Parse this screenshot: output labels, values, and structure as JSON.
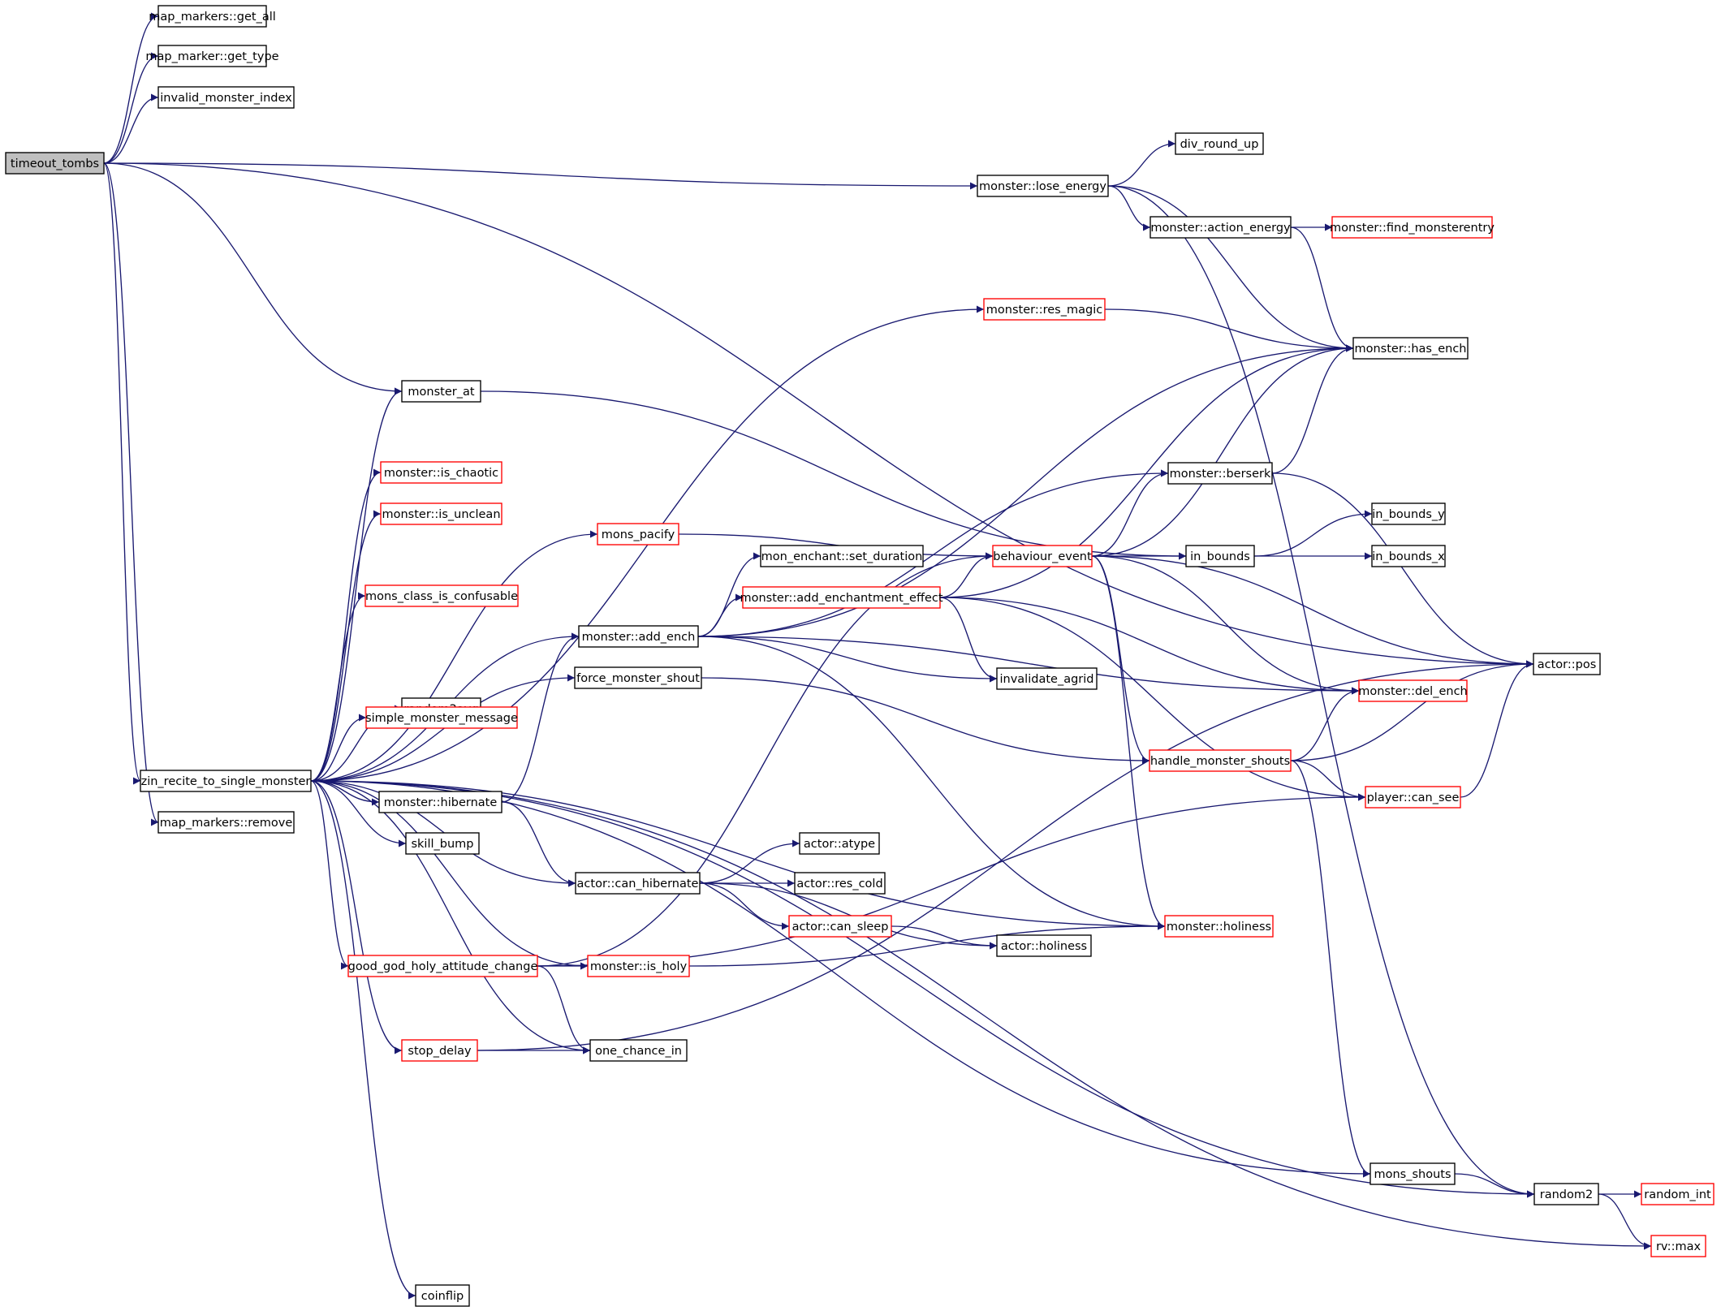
{
  "graph": {
    "type": "call-graph",
    "edge_color": "#191970",
    "nodes": [
      {
        "id": "timeout_tombs",
        "label": "timeout_tombs",
        "style": "root"
      },
      {
        "id": "map_markers_get_all",
        "label": "map_markers::get_all",
        "style": "normal"
      },
      {
        "id": "map_marker_get_type",
        "label": "map_marker::get_type",
        "style": "normal"
      },
      {
        "id": "invalid_monster_index",
        "label": "invalid_monster_index",
        "style": "normal"
      },
      {
        "id": "zin_recite",
        "label": "zin_recite_to_single_monster",
        "style": "normal"
      },
      {
        "id": "map_markers_remove",
        "label": "map_markers::remove",
        "style": "normal"
      },
      {
        "id": "monster_at",
        "label": "monster_at",
        "style": "normal"
      },
      {
        "id": "is_chaotic",
        "label": "monster::is_chaotic",
        "style": "red"
      },
      {
        "id": "is_unclean",
        "label": "monster::is_unclean",
        "style": "red"
      },
      {
        "id": "mons_class_is_confusable",
        "label": "mons_class_is_confusable",
        "style": "red"
      },
      {
        "id": "random2avg",
        "label": "random2avg",
        "style": "normal"
      },
      {
        "id": "simple_monster_message",
        "label": "simple_monster_message",
        "style": "red"
      },
      {
        "id": "hibernate",
        "label": "monster::hibernate",
        "style": "normal"
      },
      {
        "id": "skill_bump",
        "label": "skill_bump",
        "style": "normal"
      },
      {
        "id": "good_god",
        "label": "good_god_holy_attitude_change",
        "style": "red"
      },
      {
        "id": "stop_delay",
        "label": "stop_delay",
        "style": "red"
      },
      {
        "id": "coinflip",
        "label": "coinflip",
        "style": "normal"
      },
      {
        "id": "mons_pacify",
        "label": "mons_pacify",
        "style": "red"
      },
      {
        "id": "add_ench",
        "label": "monster::add_ench",
        "style": "normal"
      },
      {
        "id": "force_monster_shout",
        "label": "force_monster_shout",
        "style": "normal"
      },
      {
        "id": "can_hibernate",
        "label": "actor::can_hibernate",
        "style": "normal"
      },
      {
        "id": "is_holy",
        "label": "monster::is_holy",
        "style": "red"
      },
      {
        "id": "one_chance_in",
        "label": "one_chance_in",
        "style": "normal"
      },
      {
        "id": "set_duration",
        "label": "mon_enchant::set_duration",
        "style": "normal"
      },
      {
        "id": "add_enchantment_effect",
        "label": "monster::add_enchantment_effect",
        "style": "red"
      },
      {
        "id": "atype",
        "label": "actor::atype",
        "style": "normal"
      },
      {
        "id": "res_cold",
        "label": "actor::res_cold",
        "style": "normal"
      },
      {
        "id": "can_sleep",
        "label": "actor::can_sleep",
        "style": "red"
      },
      {
        "id": "actor_holiness",
        "label": "actor::holiness",
        "style": "normal"
      },
      {
        "id": "res_magic",
        "label": "monster::res_magic",
        "style": "red"
      },
      {
        "id": "behaviour_event",
        "label": "behaviour_event",
        "style": "red"
      },
      {
        "id": "invalidate_agrid",
        "label": "invalidate_agrid",
        "style": "normal"
      },
      {
        "id": "monster_holiness",
        "label": "monster::holiness",
        "style": "red"
      },
      {
        "id": "lose_energy",
        "label": "monster::lose_energy",
        "style": "normal"
      },
      {
        "id": "div_round_up",
        "label": "div_round_up",
        "style": "normal"
      },
      {
        "id": "action_energy",
        "label": "monster::action_energy",
        "style": "normal"
      },
      {
        "id": "berserk",
        "label": "monster::berserk",
        "style": "normal"
      },
      {
        "id": "in_bounds",
        "label": "in_bounds",
        "style": "normal"
      },
      {
        "id": "handle_monster_shouts",
        "label": "handle_monster_shouts",
        "style": "red"
      },
      {
        "id": "mons_shouts",
        "label": "mons_shouts",
        "style": "normal"
      },
      {
        "id": "find_monsterentry",
        "label": "monster::find_monsterentry",
        "style": "red"
      },
      {
        "id": "has_ench",
        "label": "monster::has_ench",
        "style": "normal"
      },
      {
        "id": "in_bounds_y",
        "label": "in_bounds_y",
        "style": "normal"
      },
      {
        "id": "in_bounds_x",
        "label": "in_bounds_x",
        "style": "normal"
      },
      {
        "id": "del_ench",
        "label": "monster::del_ench",
        "style": "red"
      },
      {
        "id": "can_see",
        "label": "player::can_see",
        "style": "red"
      },
      {
        "id": "actor_pos",
        "label": "actor::pos",
        "style": "normal"
      },
      {
        "id": "random2",
        "label": "random2",
        "style": "normal"
      },
      {
        "id": "random_int",
        "label": "random_int",
        "style": "red"
      },
      {
        "id": "rv_max",
        "label": "rv::max",
        "style": "red"
      }
    ],
    "edges": [
      [
        "timeout_tombs",
        "map_markers_get_all"
      ],
      [
        "timeout_tombs",
        "map_marker_get_type"
      ],
      [
        "timeout_tombs",
        "invalid_monster_index"
      ],
      [
        "timeout_tombs",
        "actor_pos"
      ],
      [
        "timeout_tombs",
        "lose_energy"
      ],
      [
        "timeout_tombs",
        "monster_at"
      ],
      [
        "timeout_tombs",
        "zin_recite"
      ],
      [
        "timeout_tombs",
        "map_markers_remove"
      ],
      [
        "lose_energy",
        "div_round_up"
      ],
      [
        "lose_energy",
        "random2"
      ],
      [
        "lose_energy",
        "action_energy"
      ],
      [
        "lose_energy",
        "has_ench"
      ],
      [
        "action_energy",
        "find_monsterentry"
      ],
      [
        "action_energy",
        "has_ench"
      ],
      [
        "res_magic",
        "has_ench"
      ],
      [
        "monster_at",
        "in_bounds"
      ],
      [
        "zin_recite",
        "res_magic"
      ],
      [
        "zin_recite",
        "monster_at"
      ],
      [
        "zin_recite",
        "is_chaotic"
      ],
      [
        "zin_recite",
        "is_unclean"
      ],
      [
        "zin_recite",
        "mons_pacify"
      ],
      [
        "zin_recite",
        "mons_class_is_confusable"
      ],
      [
        "zin_recite",
        "add_ench"
      ],
      [
        "zin_recite",
        "random2avg"
      ],
      [
        "zin_recite",
        "simple_monster_message"
      ],
      [
        "zin_recite",
        "force_monster_shout"
      ],
      [
        "zin_recite",
        "hibernate"
      ],
      [
        "zin_recite",
        "skill_bump"
      ],
      [
        "zin_recite",
        "can_hibernate"
      ],
      [
        "zin_recite",
        "is_holy"
      ],
      [
        "zin_recite",
        "good_god"
      ],
      [
        "zin_recite",
        "one_chance_in"
      ],
      [
        "zin_recite",
        "stop_delay"
      ],
      [
        "zin_recite",
        "monster_holiness"
      ],
      [
        "zin_recite",
        "mons_shouts"
      ],
      [
        "zin_recite",
        "random2"
      ],
      [
        "zin_recite",
        "rv_max"
      ],
      [
        "zin_recite",
        "coinflip"
      ],
      [
        "mons_pacify",
        "behaviour_event"
      ],
      [
        "add_ench",
        "has_ench"
      ],
      [
        "add_ench",
        "berserk"
      ],
      [
        "add_ench",
        "set_duration"
      ],
      [
        "add_ench",
        "add_enchantment_effect"
      ],
      [
        "add_ench",
        "invalidate_agrid"
      ],
      [
        "add_ench",
        "del_ench"
      ],
      [
        "add_ench",
        "monster_holiness"
      ],
      [
        "add_enchantment_effect",
        "behaviour_event"
      ],
      [
        "add_enchantment_effect",
        "has_ench"
      ],
      [
        "add_enchantment_effect",
        "invalidate_agrid"
      ],
      [
        "add_enchantment_effect",
        "del_ench"
      ],
      [
        "add_enchantment_effect",
        "can_see"
      ],
      [
        "force_monster_shout",
        "handle_monster_shouts"
      ],
      [
        "hibernate",
        "add_ench"
      ],
      [
        "hibernate",
        "can_hibernate"
      ],
      [
        "can_hibernate",
        "atype"
      ],
      [
        "can_hibernate",
        "res_cold"
      ],
      [
        "can_hibernate",
        "can_sleep"
      ],
      [
        "can_hibernate",
        "actor_holiness"
      ],
      [
        "can_sleep",
        "actor_holiness"
      ],
      [
        "good_god",
        "behaviour_event"
      ],
      [
        "good_god",
        "is_holy"
      ],
      [
        "good_god",
        "one_chance_in"
      ],
      [
        "good_god",
        "can_see"
      ],
      [
        "is_holy",
        "monster_holiness"
      ],
      [
        "stop_delay",
        "one_chance_in"
      ],
      [
        "stop_delay",
        "actor_pos"
      ],
      [
        "behaviour_event",
        "berserk"
      ],
      [
        "behaviour_event",
        "has_ench"
      ],
      [
        "behaviour_event",
        "in_bounds"
      ],
      [
        "behaviour_event",
        "actor_pos"
      ],
      [
        "behaviour_event",
        "del_ench"
      ],
      [
        "behaviour_event",
        "handle_monster_shouts"
      ],
      [
        "behaviour_event",
        "monster_holiness"
      ],
      [
        "berserk",
        "has_ench"
      ],
      [
        "berserk",
        "actor_pos"
      ],
      [
        "in_bounds",
        "in_bounds_y"
      ],
      [
        "in_bounds",
        "in_bounds_x"
      ],
      [
        "handle_monster_shouts",
        "del_ench"
      ],
      [
        "handle_monster_shouts",
        "actor_pos"
      ],
      [
        "handle_monster_shouts",
        "can_see"
      ],
      [
        "handle_monster_shouts",
        "mons_shouts"
      ],
      [
        "can_see",
        "actor_pos"
      ],
      [
        "mons_shouts",
        "random2"
      ],
      [
        "random2",
        "random_int"
      ],
      [
        "random2",
        "rv_max"
      ]
    ]
  }
}
